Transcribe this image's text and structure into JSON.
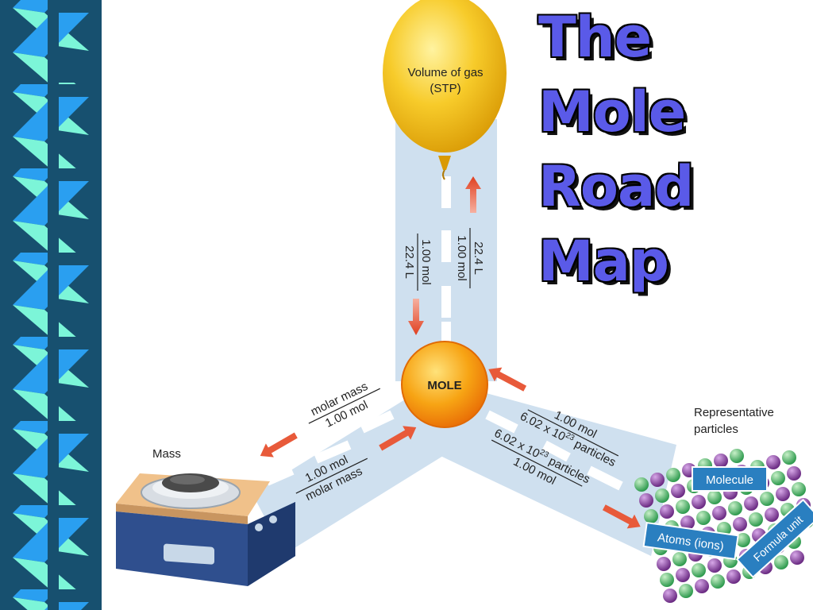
{
  "title": {
    "line1": "The Mole",
    "line2": "Road",
    "line3": "Map"
  },
  "nodes": {
    "gas": {
      "line1": "Volume of gas",
      "line2": "(STP)"
    },
    "mole": "MOLE",
    "mass": "Mass",
    "particles": {
      "line1": "Representative",
      "line2": "particles"
    }
  },
  "conversions": {
    "gas_to_mole": {
      "numerator": "1.00 mol",
      "denominator": "22.4 L"
    },
    "mole_to_gas": {
      "numerator": "22.4 L",
      "denominator": "1.00 mol"
    },
    "mole_to_mass": {
      "numerator": "molar mass",
      "denominator": "1.00 mol"
    },
    "mass_to_mole": {
      "numerator": "1.00 mol",
      "denominator": "molar mass"
    },
    "particles_to_mole": {
      "numerator": "1.00 mol",
      "denominator_base": "6.02 x 10",
      "denominator_exp": "23",
      "denominator_tail": " particles"
    },
    "mole_to_particles": {
      "numerator_base": "6.02 x 10",
      "numerator_exp": "23",
      "numerator_tail": " particles",
      "denominator": "1.00 mol"
    }
  },
  "particle_labels": {
    "molecule": "Molecule",
    "atoms": "Atoms (ions)",
    "formula_unit": "Formula unit"
  },
  "colors": {
    "title": "#5a5ae8",
    "road": "#cfe0ef",
    "sidebar": "#17506f",
    "balloon": "#f4c21c",
    "mole": "#f59a0c",
    "arrow": "#e85a3a",
    "label_box": "#2a7fc0"
  }
}
